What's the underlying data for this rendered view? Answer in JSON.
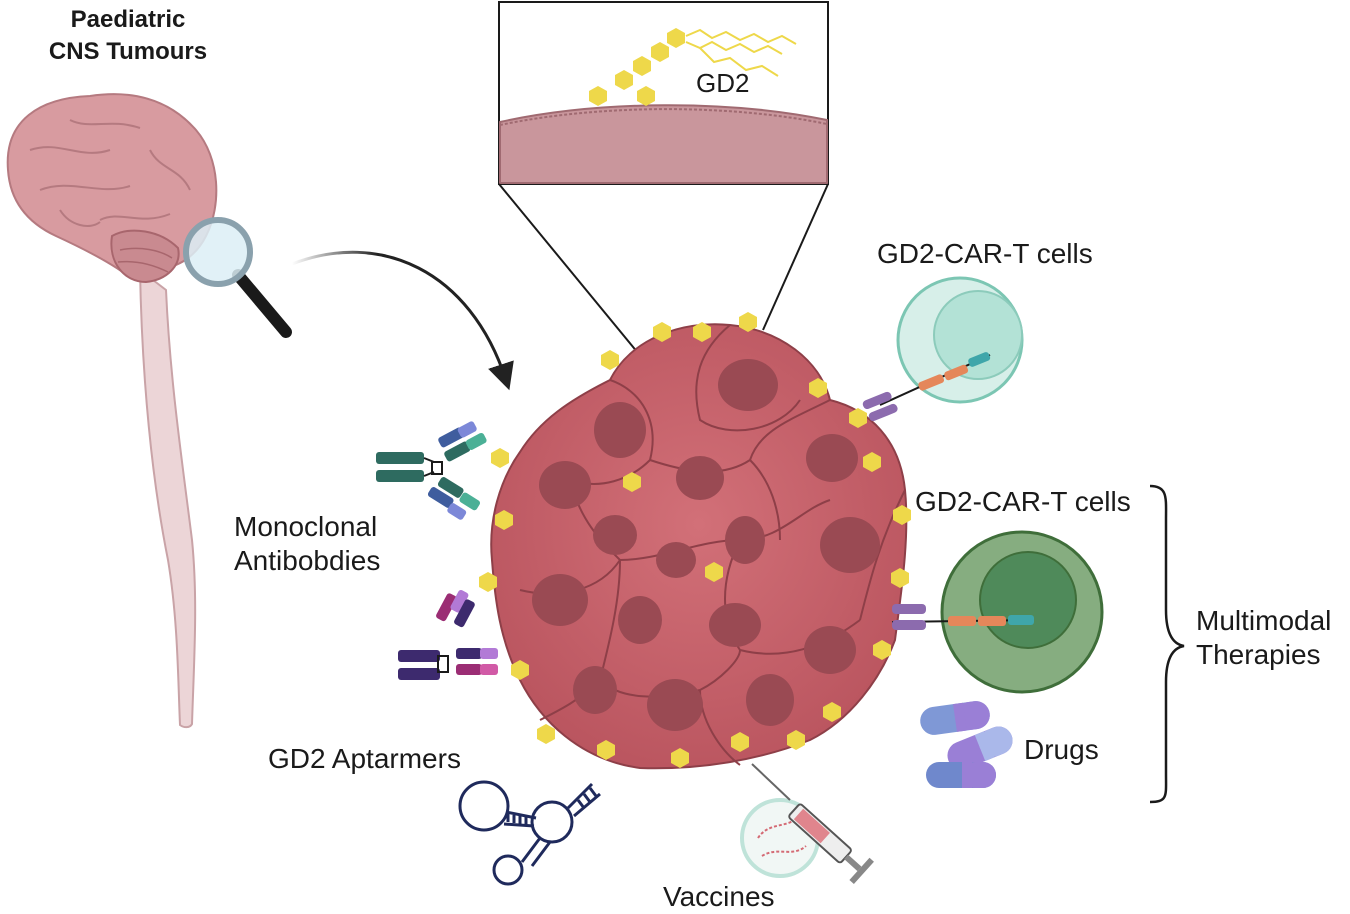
{
  "title": {
    "line1": "Paediatric",
    "line2": "CNS Tumours"
  },
  "inset_label": "GD2",
  "labels": {
    "car_t_top": "GD2-CAR-T cells",
    "car_t_bottom": "GD2-CAR-T cells",
    "antibodies_line1": "Monoclonal",
    "antibodies_line2": "Antibobdies",
    "aptamers": "GD2 Aptarmers",
    "vaccines": "Vaccines",
    "drugs": "Drugs",
    "multimodal_line1": "Multimodal",
    "multimodal_line2": "Therapies"
  },
  "colors": {
    "tumour_cell": "#c8636c",
    "tumour_nucleus": "#9a4a53",
    "gd2": "#eed84a",
    "brain": "#d89ba0",
    "car_t_light": "#d7efe9",
    "car_t_dark": "#3f7a4f",
    "membrane": "#c9969c"
  },
  "icons": [
    "brain-icon",
    "magnifier-icon",
    "antibody-icon",
    "aptamer-icon",
    "syringe-icon",
    "capsule-icon",
    "t-cell-icon",
    "brace-icon"
  ]
}
